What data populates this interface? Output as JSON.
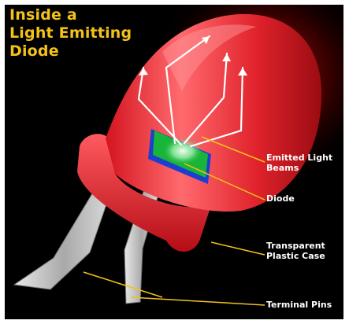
{
  "title": {
    "lines": [
      "Inside a",
      "Light Emitting",
      "Diode"
    ],
    "color": "#f2c21b"
  },
  "labels": {
    "emitted_light": [
      "Emitted Light",
      "Beams"
    ],
    "diode": "Diode",
    "case": [
      "Transparent",
      "Plastic Case"
    ],
    "pins": "Terminal Pins"
  },
  "colors": {
    "background": "#000000",
    "led_red": "#e8202a",
    "led_highlight": "#ff8a8a",
    "chip_green": "#19b43a",
    "chip_blue": "#1b3fd1",
    "pointer_yellow": "#f2c21b",
    "pin_silver": "#c8c8c8",
    "label_text": "#ffffff"
  }
}
